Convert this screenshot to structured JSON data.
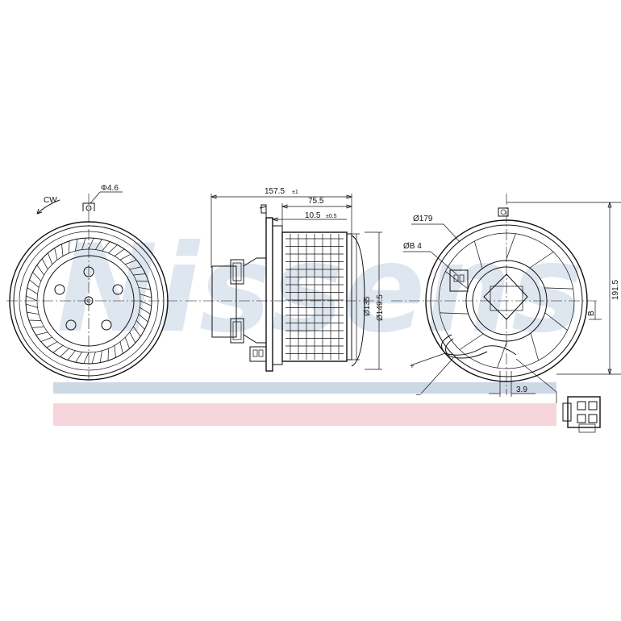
{
  "brand": {
    "watermark_text": "Nissens",
    "watermark_color": "#c4d2e2",
    "stripe_blue_color": "#cdd8e6",
    "stripe_pink_color": "#f6d6dc"
  },
  "left_view": {
    "rotation_label": "CW",
    "bolt_dim": "Φ4.6"
  },
  "side_view": {
    "overall_length": "157.5",
    "overall_length_tol": "±1",
    "wheel_length": "75.5",
    "flange_offset": "10.5",
    "flange_offset_tol": "±0.5",
    "wheel_diameter": "Ø135",
    "housing_diameter": "Ø149.5"
  },
  "right_view": {
    "outer_diameter": "Ø179",
    "hole_dim": "ØB 4",
    "overall_height": "191.5",
    "section_label": "B",
    "plus_label": "+",
    "minus_label": "–",
    "terminal_dim": "3.9"
  }
}
